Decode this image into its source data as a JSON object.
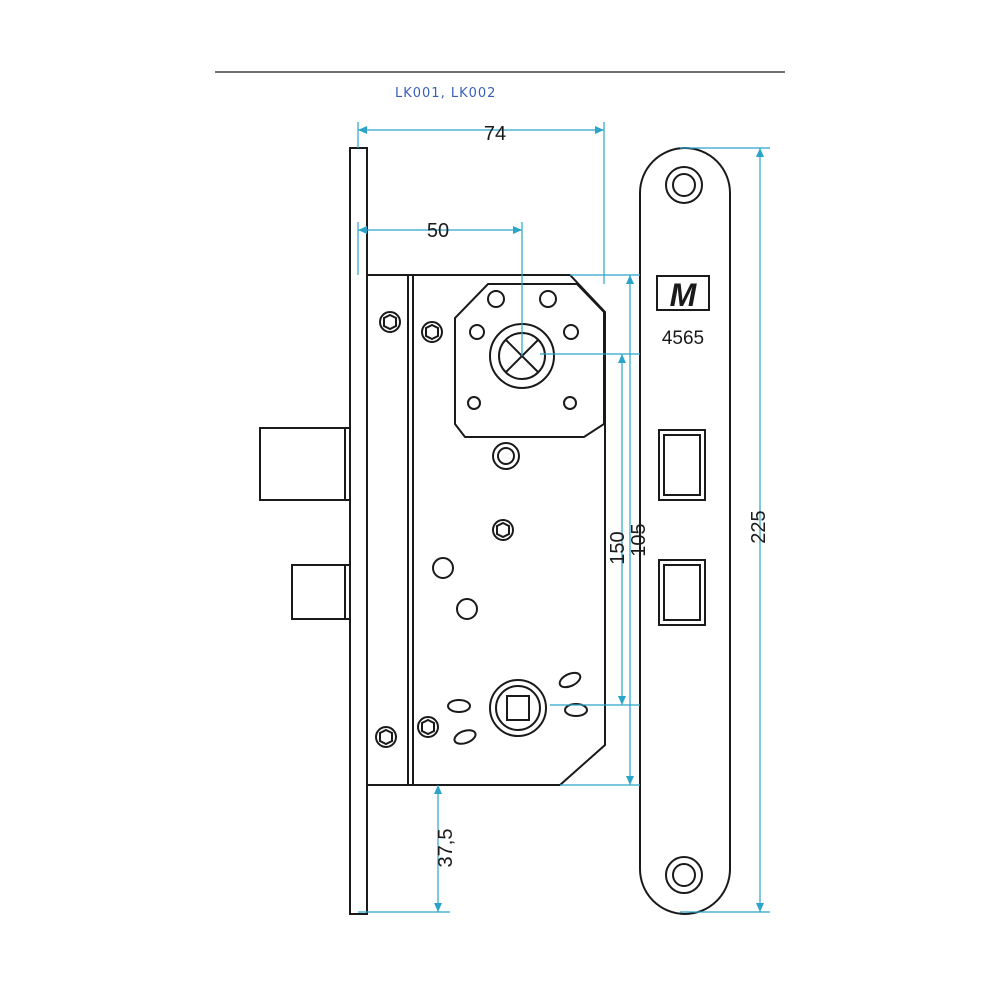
{
  "header": {
    "handwritten_note": "LK001, LK002"
  },
  "dimensions": {
    "overall_width": "74",
    "backset": "50",
    "handle_to_key_outer": "150",
    "handle_to_key": "105",
    "bottom_offset": "37,5",
    "faceplate_length": "225"
  },
  "faceplate": {
    "logo_letter": "M",
    "model_number": "4565"
  },
  "colors": {
    "ink": "#1a1a1a",
    "dimension_line": "#2aa5c9",
    "handwriting": "#3a5fb8"
  }
}
